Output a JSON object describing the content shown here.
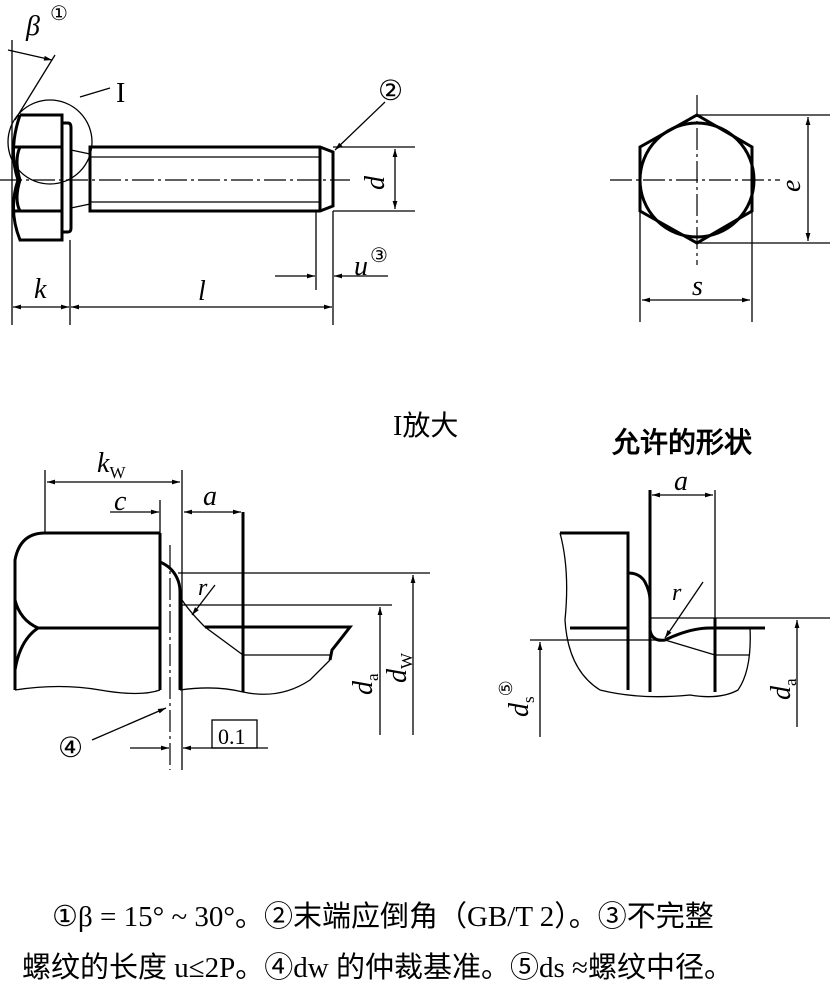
{
  "labels": {
    "beta": "β",
    "note1_mark": "①",
    "note2_mark": "②",
    "note3_mark": "③",
    "note4_mark": "④",
    "note5_mark": "⑤",
    "detail_mark": "I",
    "d": "d",
    "u": "u",
    "k": "k",
    "l": "l",
    "e": "e",
    "s": "s",
    "kw_main": "k",
    "kw_sub": "W",
    "c": "c",
    "a": "a",
    "r": "r",
    "da_main": "d",
    "da_sub": "a",
    "dw_main": "d",
    "dw_sub": "W",
    "ds_main": "d",
    "ds_sub": "s",
    "tolerance": "0.1"
  },
  "titles": {
    "detail": "I放大",
    "allowed": "允许的形状"
  },
  "notes": {
    "line1": "①β = 15° ~ 30°。②末端应倒角（GB/T 2）。③不完整",
    "line2": "螺纹的长度 u≤2P。④dw 的仲裁基准。⑤ds ≈螺纹中径。"
  }
}
